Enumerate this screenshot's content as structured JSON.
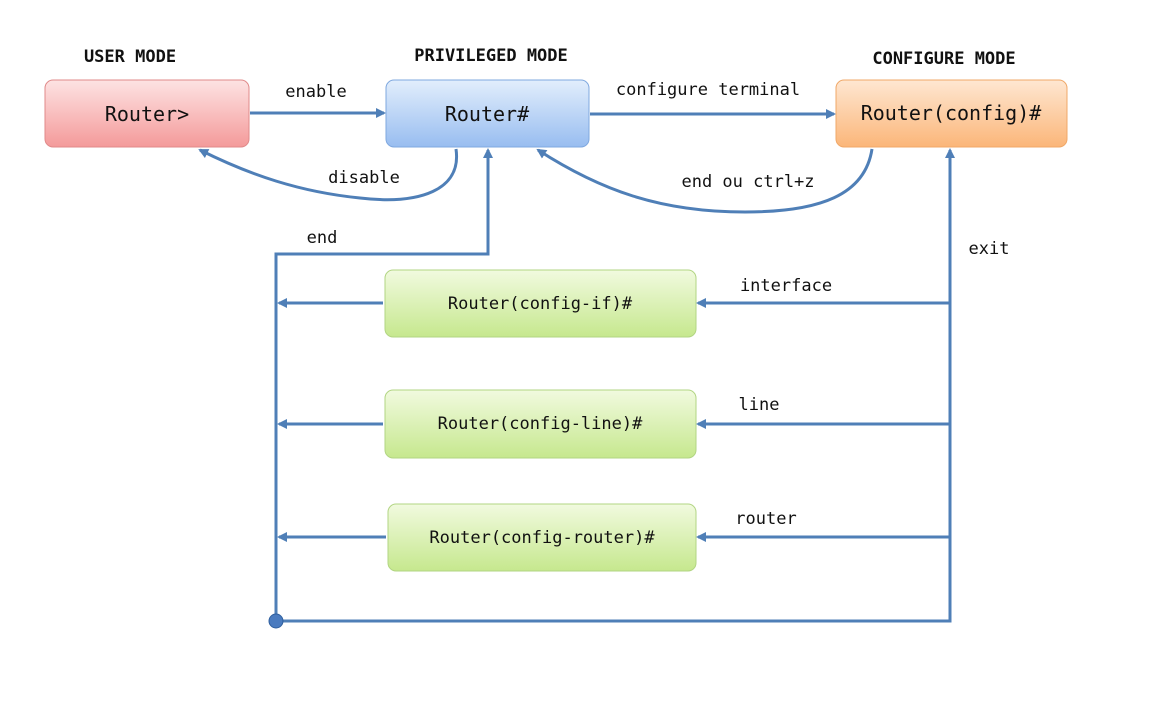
{
  "colors": {
    "connector": "#4f7fb7",
    "user_mode": "#f4a3a3",
    "privileged_mode": "#a9c8f3",
    "configure_mode": "#fbc188",
    "sub_mode": "#cdeb99"
  },
  "titles": {
    "user_mode": "USER MODE",
    "privileged_mode": "PRIVILEGED MODE",
    "configure_mode": "CONFIGURE MODE"
  },
  "nodes": {
    "user": "Router>",
    "privileged": "Router#",
    "config": "Router(config)#",
    "config_if": "Router(config-if)#",
    "config_line": "Router(config-line)#",
    "config_router": "Router(config-router)#"
  },
  "edges": {
    "enable": "enable",
    "disable": "disable",
    "configure_terminal": "configure terminal",
    "end_or_ctrl_z": "end ou ctrl+z",
    "end": "end",
    "exit": "exit",
    "interface": "interface",
    "line": "line",
    "router": "router"
  }
}
